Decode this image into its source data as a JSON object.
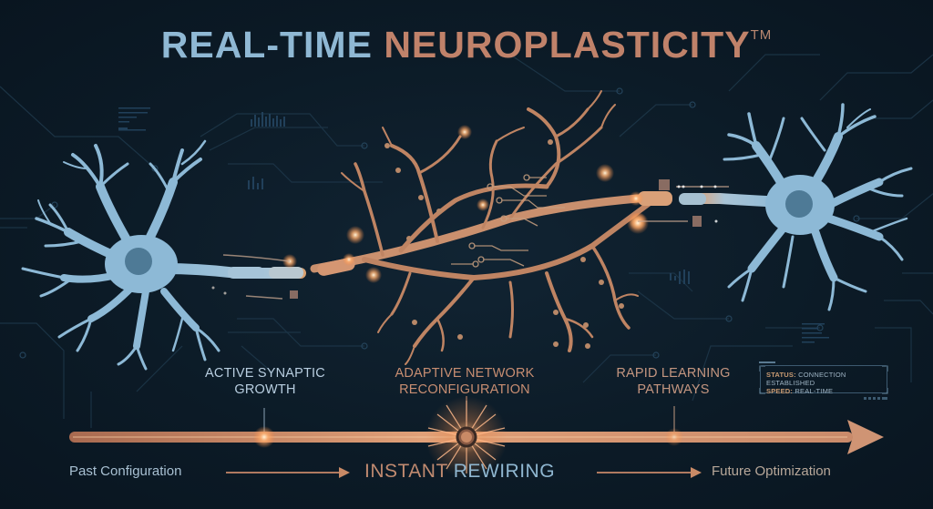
{
  "title": {
    "part1": "REAL-TIME ",
    "part2": "NEUROPLASTICITY",
    "trademark": "TM"
  },
  "colors": {
    "background": "#0c1a26",
    "neuron_blue": "#8db9d6",
    "nucleus": "#4e7a96",
    "copper": "#c98a66",
    "glow": "#ffb070",
    "circuit": "#1e3a4e"
  },
  "illustration": {
    "left_neuron": "neuron-past",
    "center_network": "dendritic-copper-network",
    "right_neuron": "neuron-future"
  },
  "milestones": [
    {
      "line1": "ACTIVE SYNAPTIC",
      "line2": "GROWTH"
    },
    {
      "line1": "ADAPTIVE NETWORK",
      "line2": "RECONFIGURATION"
    },
    {
      "line1": "RAPID LEARNING",
      "line2": "PATHWAYS"
    }
  ],
  "status_panel": {
    "status_key": "STATUS:",
    "status_value": "CONNECTION ESTABLISHED",
    "speed_key": "SPEED:",
    "speed_value": "REAL-TIME"
  },
  "timeline": {
    "start_label": "Past Configuration",
    "center_label_part1": "INSTANT ",
    "center_label_part2": "REWIRING",
    "end_label": "Future Optimization"
  }
}
